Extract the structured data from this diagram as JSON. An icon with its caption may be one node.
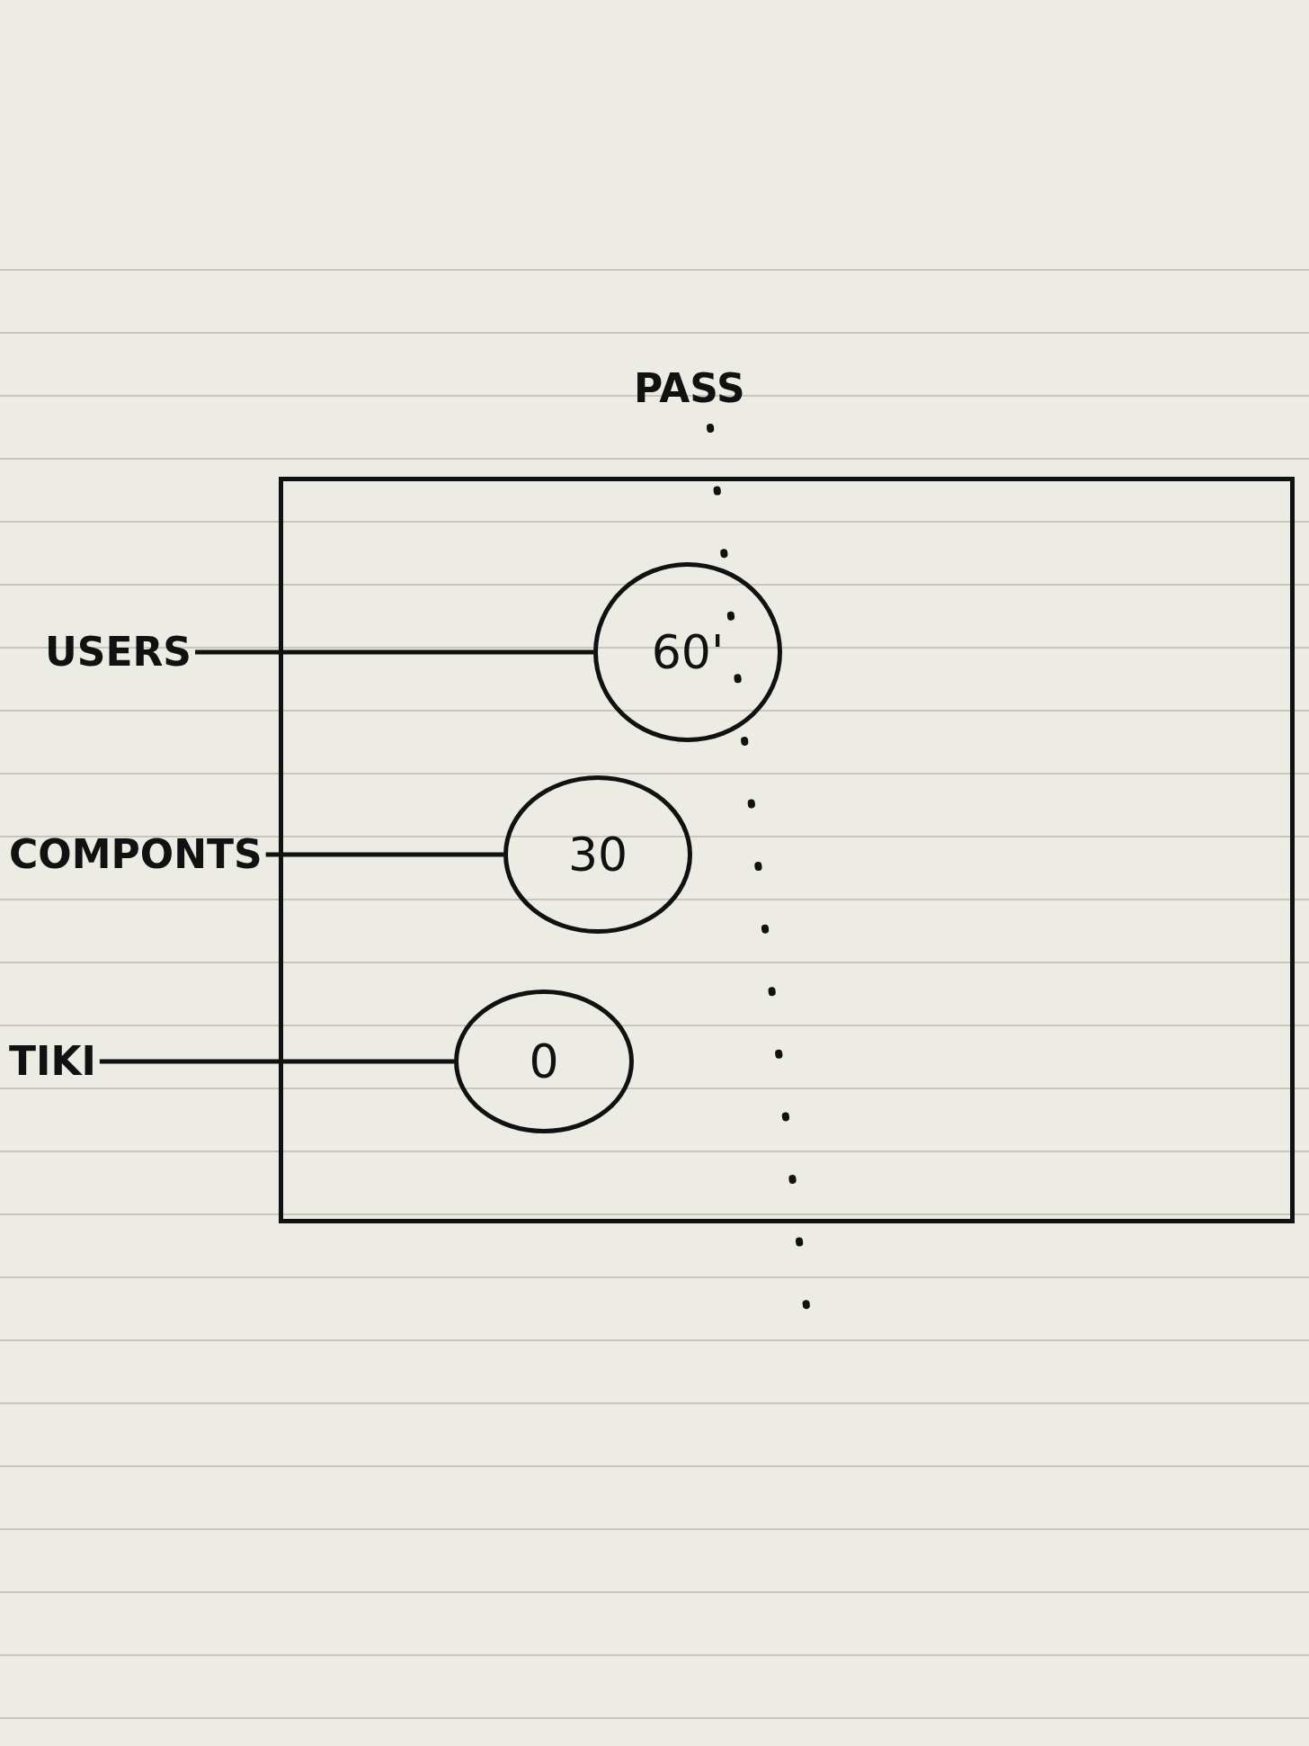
{
  "diagram": {
    "nodes": [
      {
        "text": [],
        "shape": "box"
      },
      {
        "text": [
          "USERS"
        ]
      },
      {
        "text": [
          "60'"
        ],
        "in": 0
      },
      {
        "text": [
          "COMPONTS"
        ]
      },
      {
        "text": [
          "30"
        ],
        "in": 0
      },
      {
        "text": [
          "TIKI"
        ]
      },
      {
        "text": [
          "0"
        ],
        "in": 0
      }
    ],
    "edges": [
      {
        "from": 1,
        "to": 2,
        "arrow": "none"
      },
      {
        "from": 3,
        "to": 4,
        "arrow": "none"
      },
      {
        "from": 5,
        "to": 6,
        "arrow": "none"
      }
    ],
    "labels": [
      "PASS"
    ]
  }
}
